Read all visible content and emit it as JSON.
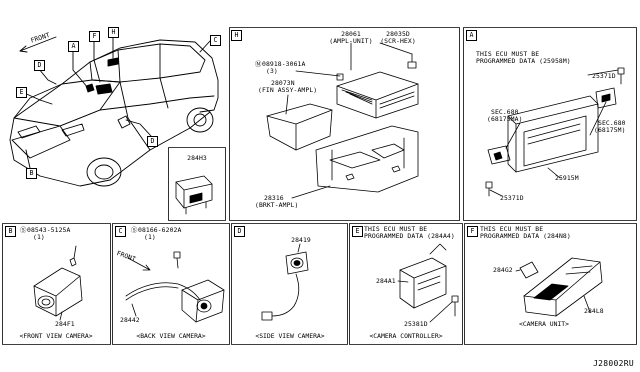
{
  "diagram_ref": "J28002RU",
  "overview": {
    "front_label": "FRONT",
    "callouts": [
      "A",
      "B",
      "C",
      "D",
      "E",
      "F",
      "H"
    ]
  },
  "panel_h": {
    "letter": "H",
    "parts": {
      "p28061": "28061",
      "ampl_unit": "(AMPL-UNIT)",
      "p28035d": "28035D",
      "scr_hex": "(SCR-HEX)",
      "bolt_code": "08918-3061A",
      "bolt_qty": "(3)",
      "p28073n": "28073N",
      "fin_assy": "(FIN ASSY-AMPL)",
      "p28316": "28316",
      "brkt": "(BRKT-AMPL)"
    }
  },
  "panel_284h3": {
    "part": "284H3"
  },
  "panel_a": {
    "letter": "A",
    "note_line1": "THIS ECU MUST BE",
    "note_line2": "PROGRAMMED DATA (25958M)",
    "p25371d_top": "25371D",
    "sec680a": "SEC.680",
    "sec680a_ref": "(68175MA)",
    "sec680b": "SEC.680",
    "sec680b_ref": "(68175M)",
    "p25915m": "25915M",
    "p25371d_bottom": "25371D"
  },
  "panel_b": {
    "letter": "B",
    "bolt_code": "08543-5125A",
    "bolt_qty": "(1)",
    "part": "284F1",
    "caption": "<FRONT VIEW CAMERA>"
  },
  "panel_c": {
    "letter": "C",
    "bolt_code": "08166-6202A",
    "bolt_qty": "(1)",
    "front_label": "FRONT",
    "part": "28442",
    "caption": "<BACK VIEW CAMERA>"
  },
  "panel_d": {
    "letter": "D",
    "part": "28419",
    "caption": "<SIDE VIEW CAMERA>"
  },
  "panel_e": {
    "letter": "E",
    "note_line1": "THIS ECU MUST BE",
    "note_line2": "PROGRAMMED DATA (284A4)",
    "part_main": "284A1",
    "part_screw": "25381D",
    "caption": "<CAMERA CONTROLLER>"
  },
  "panel_f": {
    "letter": "F",
    "note_line1": "THIS ECU MUST BE",
    "note_line2": "PROGRAMMED DATA (284N8)",
    "part_a": "284G2",
    "part_b": "284L8",
    "caption": "<CAMERA UNIT>"
  }
}
